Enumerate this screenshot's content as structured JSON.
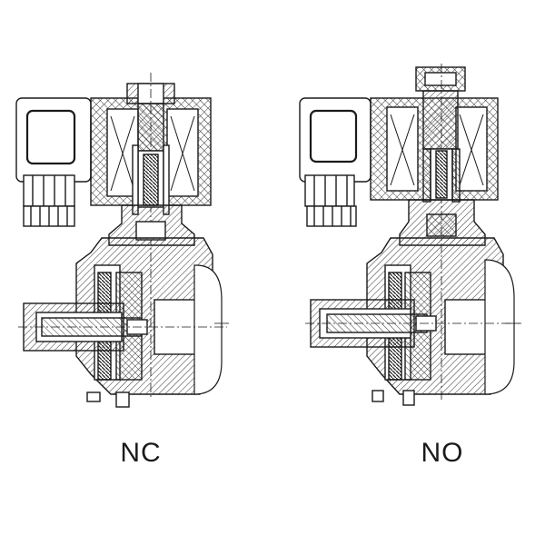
{
  "diagrams": [
    {
      "id": "nc",
      "label": "NC"
    },
    {
      "id": "no",
      "label": "NO"
    }
  ],
  "colors": {
    "line": "#1a1a1a",
    "hatch": "#3a3a3a",
    "background": "#ffffff"
  }
}
